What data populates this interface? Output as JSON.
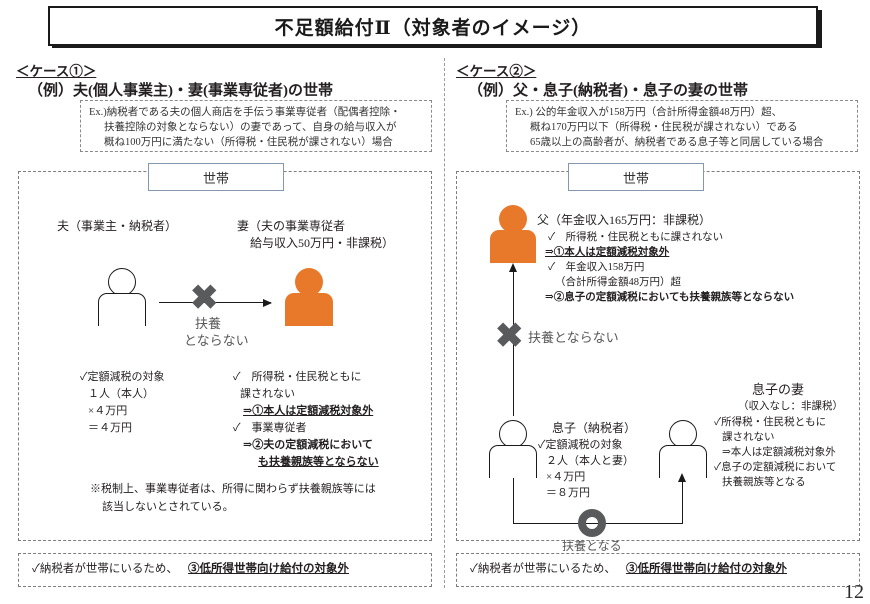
{
  "slide": {
    "title": "不足額給付Ⅱ（対象者のイメージ）",
    "page_number": "12",
    "accent_orange": "#e8792b",
    "x_mark_gray": "#595a5c",
    "household_label": "世帯"
  },
  "case1": {
    "case_label": "＜ケース①＞",
    "case_title": "（例）夫(個人事業主)・妻(事業専従者)の世帯",
    "ex_lines": [
      "Ex.)納税者である夫の個人商店を手伝う事業専従者（配偶者控除・",
      "扶養控除の対象とならない）の妻であって、自身の給与収入が",
      "概ね100万円に満たない（所得税・住民税が課されない）場合"
    ],
    "household_label": "世帯",
    "husband_label": "夫（事業主・納税者）",
    "wife_label_line1": "妻（夫の事業専従者",
    "wife_label_line2": "給与収入50万円・非課税）",
    "relation_x_line1": "扶養",
    "relation_x_line2": "とならない",
    "left_bullets": [
      "✓定額減税の対象",
      "１人（本人）",
      "×４万円",
      "＝４万円"
    ],
    "right_bullets": [
      {
        "text": "✓　所得税・住民税ともに",
        "bold": false,
        "underline": false
      },
      {
        "text": "課されない",
        "bold": false,
        "underline": false
      },
      {
        "text": "⇒①本人は定額減税対象外",
        "bold": true,
        "underline": true
      },
      {
        "text": "✓　事業専従者",
        "bold": false,
        "underline": false
      },
      {
        "text": "⇒②夫の定額減税において",
        "bold": true,
        "underline": false
      },
      {
        "text": "も扶養親族等とならない",
        "bold": true,
        "underline": true
      }
    ],
    "note_line1": "※税制上、事業専従者は、所得に関わらず扶養親族等には",
    "note_line2": "該当しないとされている。",
    "conclusion_prefix": "✓納税者が世帯にいるため、",
    "conclusion_emphasis": "③低所得世帯向け給付の対象外"
  },
  "case2": {
    "case_label": "＜ケース②＞",
    "case_title": "（例）父・息子(納税者)・息子の妻の世帯",
    "ex_lines": [
      "Ex.) 公的年金収入が158万円（合計所得金額48万円）超、",
      "概ね170万円以下（所得税・住民税が課されない）である",
      "65歳以上の高齢者が、納税者である息子等と同居している場合"
    ],
    "household_label": "世帯",
    "father_title": "父（年金収入165万円：非課税）",
    "father_bullets": [
      {
        "text": "✓　所得税・住民税ともに課されない",
        "bold": false,
        "underline": false
      },
      {
        "text": "⇒①本人は定額減税対象外",
        "bold": true,
        "underline": true
      },
      {
        "text": "✓　年金収入158万円",
        "bold": false,
        "underline": false
      },
      {
        "text": "（合計所得金額48万円）超",
        "bold": false,
        "underline": false
      },
      {
        "text": "⇒②息子の定額減税においても扶養親族等とならない",
        "bold": true,
        "underline": false
      }
    ],
    "relation_x_label": "扶養とならない",
    "relation_o_label": "扶養となる",
    "son_title": "息子（納税者）",
    "son_bullets": [
      "✓定額減税の対象",
      "２人（本人と妻）",
      "×４万円",
      "＝８万円"
    ],
    "wife_title": "息子の妻",
    "wife_subtitle": "（収入なし：非課税）",
    "wife_bullets": [
      {
        "text": "✓所得税・住民税ともに",
        "bold": false
      },
      {
        "text": "課されない",
        "bold": false
      },
      {
        "text": "⇒本人は定額減税対象外",
        "bold": false
      },
      {
        "text": "✓息子の定額減税において",
        "bold": false
      },
      {
        "text": "扶養親族等となる",
        "bold": false
      }
    ],
    "conclusion_prefix": "✓納税者が世帯にいるため、",
    "conclusion_emphasis": "③低所得世帯向け給付の対象外"
  }
}
